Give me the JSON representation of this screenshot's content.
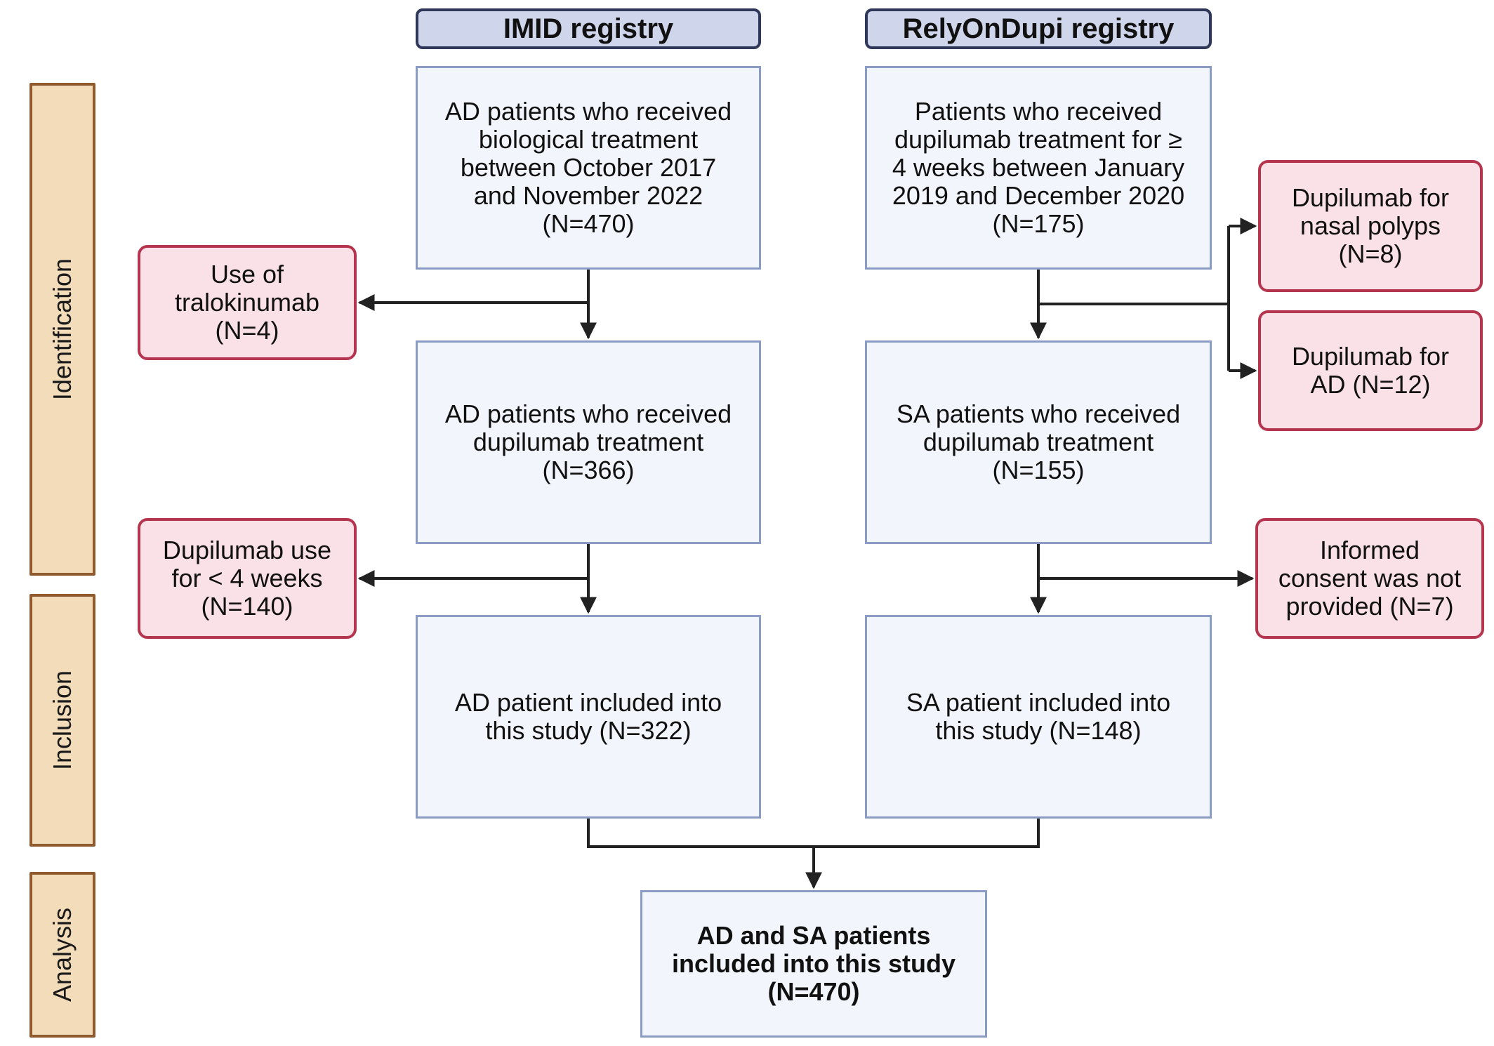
{
  "stages": [
    {
      "label": "Identification"
    },
    {
      "label": "Inclusion"
    },
    {
      "label": "Analysis"
    }
  ],
  "registries": {
    "left": {
      "title": "IMID registry",
      "boxes": [
        "AD patients who received\nbiological treatment\nbetween October 2017\nand November 2022\n(N=470)",
        "AD patients who received\ndupilumab treatment\n(N=366)",
        "AD patient included into\nthis study (N=322)"
      ],
      "exclusions": [
        "Use of\ntralokinumab\n(N=4)",
        "Dupilumab use\nfor < 4 weeks\n(N=140)"
      ]
    },
    "right": {
      "title": "RelyOnDupi registry",
      "boxes": [
        "Patients who received\ndupilumab treatment for ≥\n4 weeks between January\n2019 and December 2020\n(N=175)",
        "SA patients who received\ndupilumab treatment\n(N=155)",
        "SA patient included into\nthis study (N=148)"
      ],
      "exclusions": [
        "Dupilumab for\nnasal polyps\n(N=8)",
        "Dupilumab for\nAD (N=12)",
        "Informed\nconsent was not\nprovided (N=7)"
      ]
    }
  },
  "final": "AD and SA patients\nincluded into this study\n(N=470)",
  "colors": {
    "stage_fill": "#f2dcba",
    "stage_border": "#8e5a2e",
    "header_fill": "#cfd6ec",
    "header_border": "#2f3858",
    "box_fill": "#f2f5fb",
    "box_border": "#8a9cc4",
    "exclusion_fill": "#fae1e7",
    "exclusion_border": "#b5344e",
    "arrow": "#222222"
  }
}
